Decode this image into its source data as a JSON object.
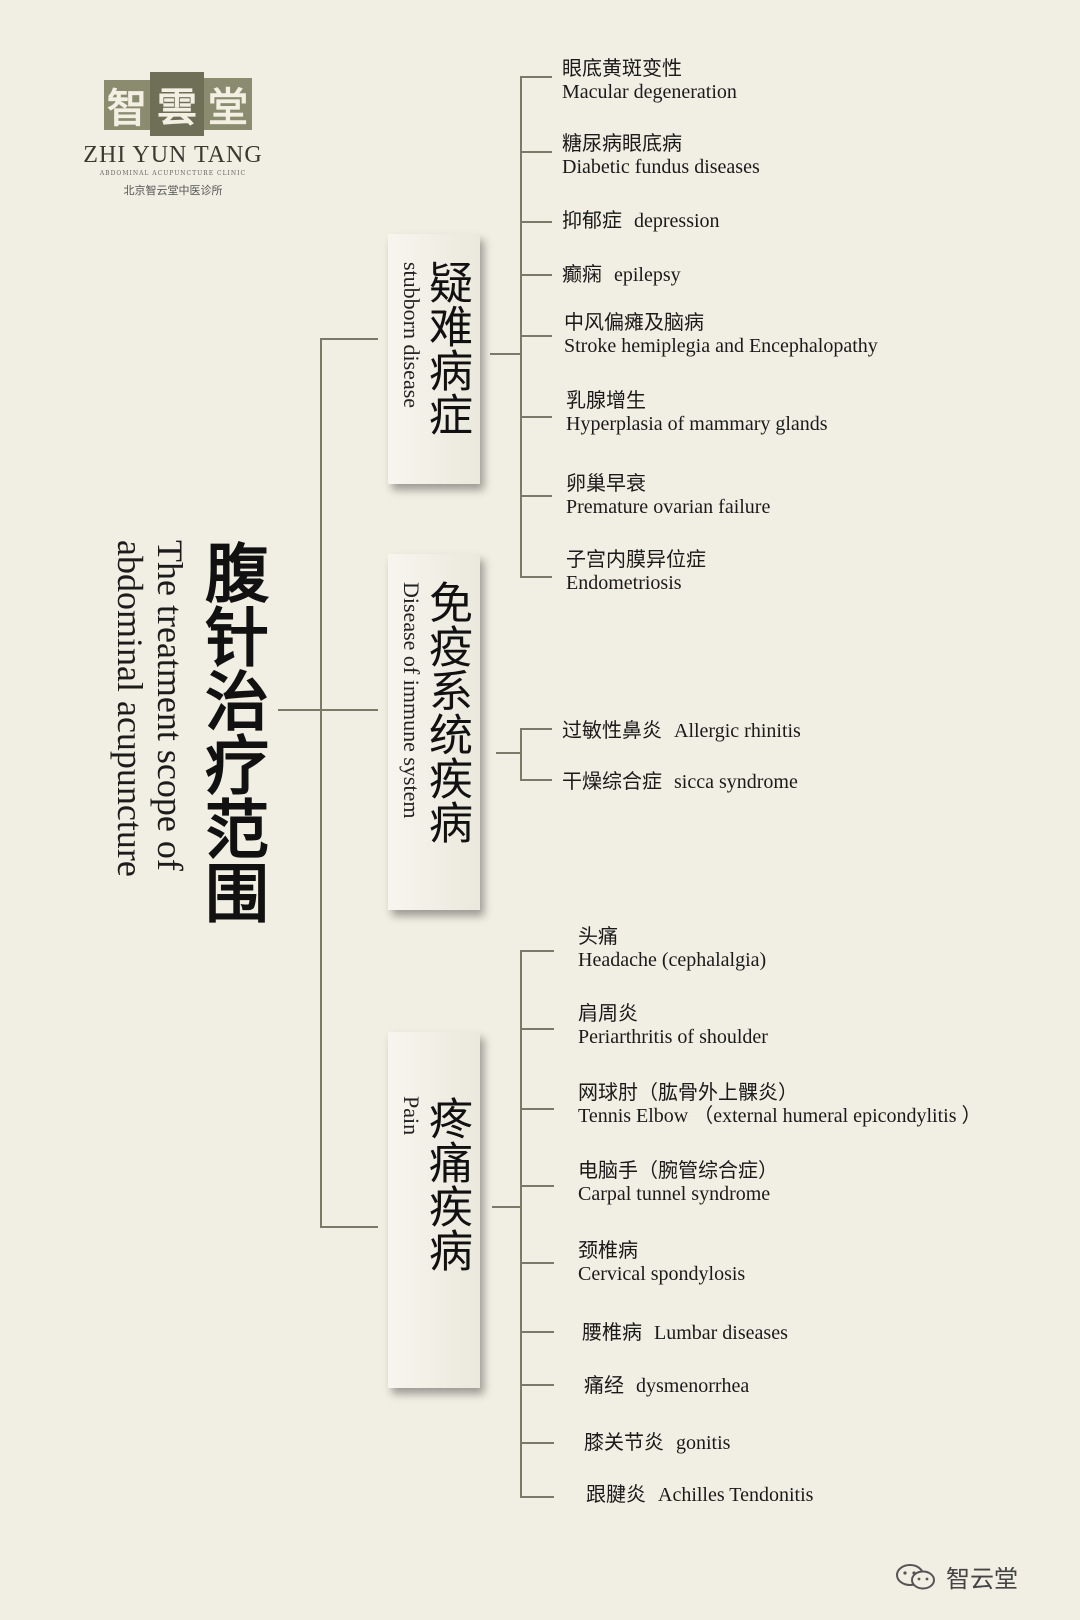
{
  "logo": {
    "chars": [
      "智",
      "雲",
      "堂"
    ],
    "title": "ZHI YUN TANG",
    "subtitle": "ABDOMINAL ACUPUNCTURE CLINIC",
    "cn_name": "北京智云堂中医诊所"
  },
  "main_title": {
    "cn": "腹针治疗范围",
    "en_line1": "The treatment scope of",
    "en_line2": "abdominal acupuncture"
  },
  "categories": [
    {
      "cn": "疑难病症",
      "en": "stubborn disease",
      "items": [
        {
          "cn": "眼底黄斑变性",
          "en": "Macular degeneration"
        },
        {
          "cn": "糖尿病眼底病",
          "en": "Diabetic fundus diseases"
        },
        {
          "cn": "抑郁症",
          "en": "depression"
        },
        {
          "cn": "癫痫",
          "en": "epilepsy"
        },
        {
          "cn": "中风偏瘫及脑病",
          "en": "Stroke hemiplegia and Encephalopathy"
        },
        {
          "cn": "乳腺增生",
          "en": "Hyperplasia of mammary glands"
        },
        {
          "cn": "卵巢早衰",
          "en": "Premature ovarian failure"
        },
        {
          "cn": "子宫内膜异位症",
          "en": "Endometriosis"
        }
      ]
    },
    {
      "cn": "免疫系统疾病",
      "en": "Disease of immune system",
      "items": [
        {
          "cn": "过敏性鼻炎",
          "en": "Allergic rhinitis"
        },
        {
          "cn": "干燥综合症",
          "en": "sicca syndrome"
        }
      ]
    },
    {
      "cn": "疼痛疾病",
      "en": "Pain",
      "items": [
        {
          "cn": "头痛",
          "en": "Headache (cephalalgia)"
        },
        {
          "cn": "肩周炎",
          "en": "Periarthritis of shoulder"
        },
        {
          "cn": "网球肘（肱骨外上髁炎）",
          "en": "Tennis Elbow （external humeral epicondylitis ）"
        },
        {
          "cn": "电脑手（腕管综合症）",
          "en": "Carpal tunnel syndrome"
        },
        {
          "cn": "颈椎病",
          "en": "Cervical spondylosis"
        },
        {
          "cn": "腰椎病",
          "en": "Lumbar diseases"
        },
        {
          "cn": "痛经",
          "en": "dysmenorrhea"
        },
        {
          "cn": "膝关节炎",
          "en": "gonitis"
        },
        {
          "cn": "跟腱炎",
          "en": "Achilles Tendonitis"
        }
      ]
    }
  ],
  "footer": {
    "icon": "wechat-icon",
    "label": "智云堂"
  }
}
